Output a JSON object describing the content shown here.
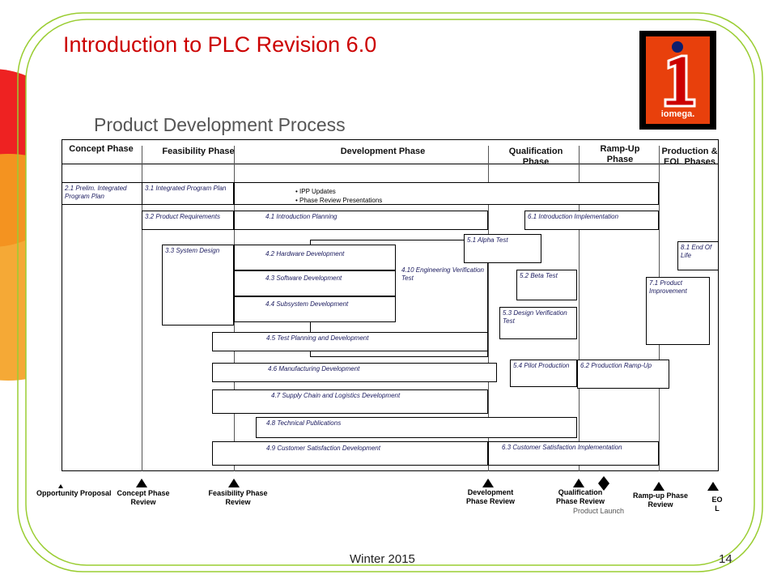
{
  "slide": {
    "title": "Introduction to PLC Revision 6.0",
    "subtitle": "Product Development Process",
    "footer": "Winter 2015",
    "page_number": "14",
    "logo_text": "iomega.",
    "colors": {
      "title": "#cc0000",
      "subtitle": "#555555",
      "frame": "#9acd32",
      "logo_bg": "#e8400c",
      "logo_frame": "#000000"
    }
  },
  "phases": [
    {
      "id": "concept",
      "label": "Concept Phase"
    },
    {
      "id": "feasibility",
      "label": "Feasibility Phase"
    },
    {
      "id": "development",
      "label": "Development Phase"
    },
    {
      "id": "qualification",
      "label": "Qualification Phase"
    },
    {
      "id": "rampup",
      "label": "Ramp-Up Phase"
    },
    {
      "id": "production",
      "label": "Production & EOL Phases"
    }
  ],
  "tasks": {
    "t2_1": "2.1 Prelim. Integrated Program Plan",
    "t3_1": "3.1 Integrated Program Plan",
    "ipp_updates": "• IPP Updates",
    "phase_review_presentations": "• Phase Review Presentations",
    "t3_2": "3.2 Product Requirements",
    "t4_1": "4.1 Introduction Planning",
    "t6_1": "6.1 Introduction Implementation",
    "t3_3": "3.3 System Design",
    "t4_2": "4.2 Hardware Development",
    "t4_3": "4.3 Software Development",
    "t4_4": "4.4 Subsystem Development",
    "t4_10": "4.10 Engineering Verification Test",
    "t5_1": "5.1 Alpha Test",
    "t5_2": "5.2 Beta Test",
    "t5_3": "5.3 Design Verification Test",
    "t8_1": "8.1 End Of Life",
    "t7_1": "7.1 Product Improvement",
    "t4_5": "4.5 Test Planning and Development",
    "t4_6": "4.6 Manufacturing Development",
    "t5_4": "5.4 Pilot Production",
    "t6_2": "6.2 Production Ramp-Up",
    "t4_7": "4.7 Supply Chain and Logistics Development",
    "t4_8": "4.8 Technical Publications",
    "t4_9": "4.9 Customer Satisfaction Development",
    "t6_3": "6.3 Customer Satisfaction Implementation"
  },
  "milestones": {
    "opportunity": "Opportunity Proposal",
    "concept_review": "Concept Phase Review",
    "feasibility_review": "Feasibility Phase Review",
    "development_review": "Development Phase Review",
    "qualification_review": "Qualification Phase Review",
    "product_launch": "Product Launch",
    "rampup_review": "Ramp-up Phase Review",
    "eol": "EOL"
  }
}
